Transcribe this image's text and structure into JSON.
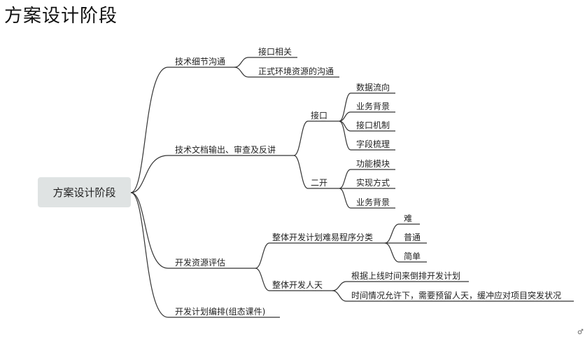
{
  "title": "方案设计阶段",
  "root": "方案设计阶段",
  "branches": [
    {
      "label": "技术细节沟通",
      "children": [
        {
          "label": "接口相关"
        },
        {
          "label": "正式环境资源的沟通"
        }
      ]
    },
    {
      "label": "技术文档输出、审查及反讲",
      "children": [
        {
          "label": "接口",
          "children": [
            {
              "label": "数据流向"
            },
            {
              "label": "业务背景"
            },
            {
              "label": "接口机制"
            },
            {
              "label": "字段梳理"
            }
          ]
        },
        {
          "label": "二开",
          "children": [
            {
              "label": "功能模块"
            },
            {
              "label": "实现方式"
            },
            {
              "label": "业务背景"
            }
          ]
        }
      ]
    },
    {
      "label": "开发资源评估",
      "children": [
        {
          "label": "整体开发计划难易程序分类",
          "children": [
            {
              "label": "难"
            },
            {
              "label": "普通"
            },
            {
              "label": "简单"
            }
          ]
        },
        {
          "label": "整体开发人天",
          "children": [
            {
              "label": "根据上线时间来倒排开发计划"
            },
            {
              "label": "时间情况允许下，需要预留人天，缓冲应对项目突发状况"
            }
          ]
        }
      ]
    },
    {
      "label": "开发计划编排(组态课件)"
    }
  ],
  "corner_mark": "♂"
}
